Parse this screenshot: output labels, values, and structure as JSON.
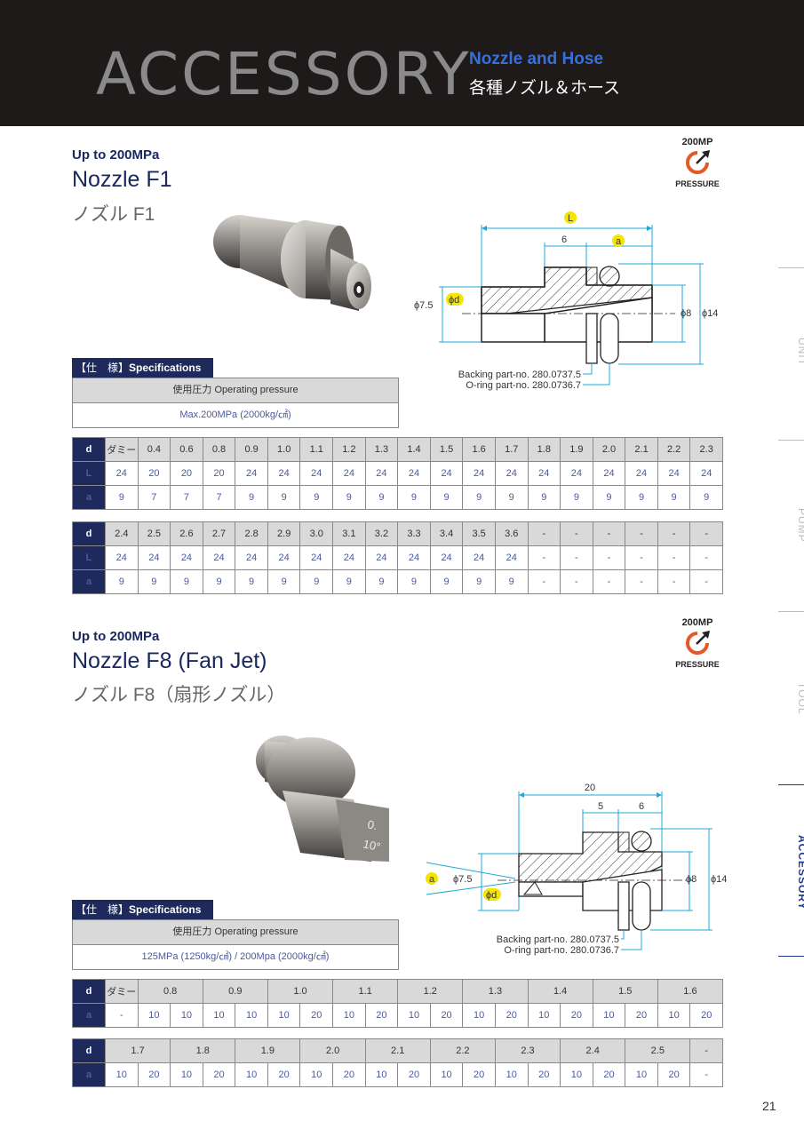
{
  "header": {
    "title": "ACCESSORY",
    "subtitle_en": "Nozzle and Hose",
    "subtitle_jp": "各種ノズル＆ホース"
  },
  "badge": {
    "top": "200MP",
    "bottom": "PRESSURE"
  },
  "spec_labels": {
    "bracket_jp": "【仕　様】",
    "specifications": "Specifications",
    "operating_pressure": "使用圧力 Operating pressure"
  },
  "f1": {
    "kicker": "Up to 200MPa",
    "title": "Nozzle F1",
    "title_jp": "ノズル F1",
    "pressure_value": "Max.200MPa (2000kg/㎠)",
    "drawing": {
      "L": "L",
      "six": "6",
      "a": "a",
      "d75": "ϕ7.5",
      "dd": "ϕd",
      "d8": "ϕ8",
      "d14": "ϕ14",
      "backing": "Backing part-no. 280.0737.5",
      "oring": "O-ring part-no. 280.0736.7"
    },
    "table1": {
      "d": [
        "ダミー",
        "0.4",
        "0.6",
        "0.8",
        "0.9",
        "1.0",
        "1.1",
        "1.2",
        "1.3",
        "1.4",
        "1.5",
        "1.6",
        "1.7",
        "1.8",
        "1.9",
        "2.0",
        "2.1",
        "2.2",
        "2.3"
      ],
      "L": [
        "24",
        "20",
        "20",
        "20",
        "24",
        "24",
        "24",
        "24",
        "24",
        "24",
        "24",
        "24",
        "24",
        "24",
        "24",
        "24",
        "24",
        "24",
        "24"
      ],
      "a": [
        "9",
        "7",
        "7",
        "7",
        "9",
        "9",
        "9",
        "9",
        "9",
        "9",
        "9",
        "9",
        "9",
        "9",
        "9",
        "9",
        "9",
        "9",
        "9"
      ]
    },
    "table2": {
      "d": [
        "2.4",
        "2.5",
        "2.6",
        "2.7",
        "2.8",
        "2.9",
        "3.0",
        "3.1",
        "3.2",
        "3.3",
        "3.4",
        "3.5",
        "3.6",
        "-",
        "-",
        "-",
        "-",
        "-",
        "-"
      ],
      "L": [
        "24",
        "24",
        "24",
        "24",
        "24",
        "24",
        "24",
        "24",
        "24",
        "24",
        "24",
        "24",
        "24",
        "-",
        "-",
        "-",
        "-",
        "-",
        "-"
      ],
      "a": [
        "9",
        "9",
        "9",
        "9",
        "9",
        "9",
        "9",
        "9",
        "9",
        "9",
        "9",
        "9",
        "9",
        "-",
        "-",
        "-",
        "-",
        "-",
        "-"
      ]
    }
  },
  "f8": {
    "kicker": "Up to 200MPa",
    "title": "Nozzle F8 (Fan Jet)",
    "title_jp": "ノズル F8（扇形ノズル）",
    "pressure_value": "125MPa (1250kg/㎠)  /  200Mpa (2000kg/㎠)",
    "photo_text": {
      "line1": "0.",
      "line2": "10°"
    },
    "drawing": {
      "twenty": "20",
      "five": "5",
      "six": "6",
      "a": "a",
      "d75": "ϕ7.5",
      "dd": "ϕd",
      "d8": "ϕ8",
      "d14": "ϕ14",
      "backing": "Backing part-no. 280.0737.5",
      "oring": "O-ring part-no. 280.0736.7"
    },
    "table1": {
      "dummy": "ダミー",
      "d": [
        "0.8",
        "0.9",
        "1.0",
        "1.1",
        "1.2",
        "1.3",
        "1.4",
        "1.5",
        "1.6"
      ],
      "a": [
        "-",
        "10",
        "10",
        "10",
        "10",
        "10",
        "20",
        "10",
        "20",
        "10",
        "20",
        "10",
        "20",
        "10",
        "20",
        "10",
        "20",
        "10",
        "20"
      ]
    },
    "table2": {
      "d": [
        "1.7",
        "1.8",
        "1.9",
        "2.0",
        "2.1",
        "2.2",
        "2.3",
        "2.4",
        "2.5",
        "-"
      ],
      "a": [
        "10",
        "20",
        "10",
        "20",
        "10",
        "20",
        "10",
        "20",
        "10",
        "20",
        "10",
        "20",
        "10",
        "20",
        "10",
        "20",
        "10",
        "20",
        "-"
      ]
    }
  },
  "row_labels": {
    "d": "d",
    "L": "L",
    "a": "a"
  },
  "side_tabs": [
    "UNIT",
    "PUMP",
    "TOOL",
    "ACCESSORY"
  ],
  "page_number": "21"
}
